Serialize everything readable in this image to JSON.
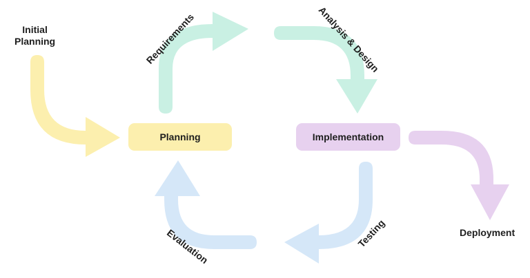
{
  "colors": {
    "yellow": "#fcefae",
    "mint": "#c9f0e3",
    "lavender": "#e7d1ef",
    "blue": "#d5e7f8",
    "text": "#1e1e1e"
  },
  "nodes": {
    "planning": "Planning",
    "implementation": "Implementation"
  },
  "labels": {
    "initial_line1": "Initial",
    "initial_line2": "Planning",
    "requirements": "Requirements",
    "analysis_design": "Analysis & Design",
    "testing": "Testing",
    "evaluation": "Evaluation",
    "deployment": "Deployment"
  }
}
